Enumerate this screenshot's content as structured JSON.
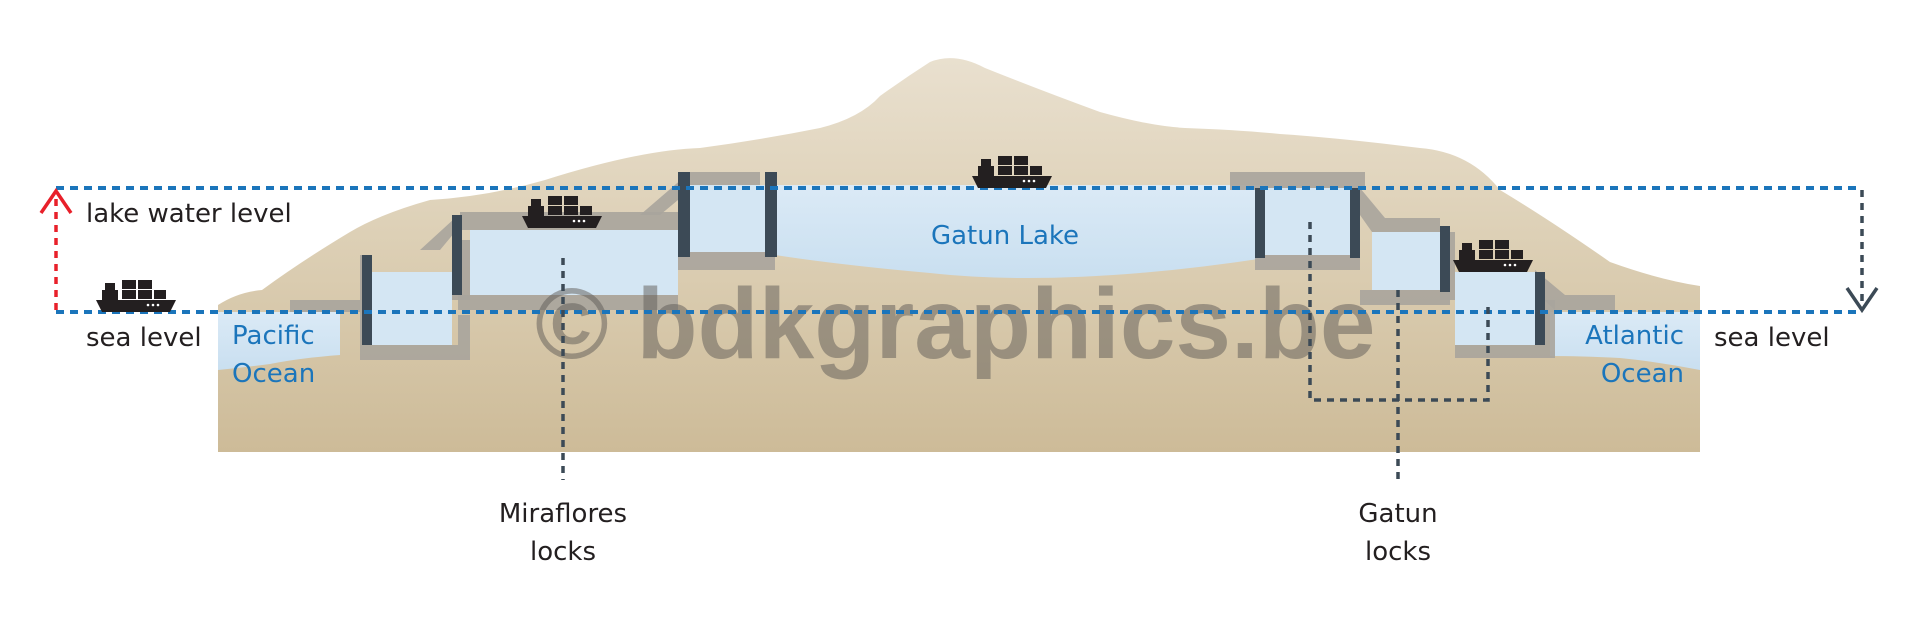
{
  "labels": {
    "lake_water_level": "lake water level",
    "sea_level_left": "sea level",
    "sea_level_right": "sea level",
    "pacific_line1": "Pacific",
    "pacific_line2": "Ocean",
    "atlantic_line1": "Atlantic",
    "atlantic_line2": "Ocean",
    "gatun_lake": "Gatun Lake",
    "miraflores_line1": "Miraflores",
    "miraflores_line2": "locks",
    "gatun_locks_line1": "Gatun",
    "gatun_locks_line2": "locks"
  },
  "watermark": "© bdkgraphics.be",
  "colors": {
    "water": "#d4e6f3",
    "terrain": "#d8c9ad",
    "terrain_light": "#e6dcc8",
    "lock_structure": "#a9a49c",
    "gate": "#3c4a56",
    "lake_level_line": "#1b75bb",
    "rise_arrow": "#e8202a",
    "drop_arrow": "#3c4a56",
    "leader_line": "#3c4a56",
    "label_blue": "#1b75bb",
    "label_dark": "#231f20"
  },
  "icons": [
    "ship-icon",
    "up-arrow-icon",
    "down-arrow-icon"
  ]
}
